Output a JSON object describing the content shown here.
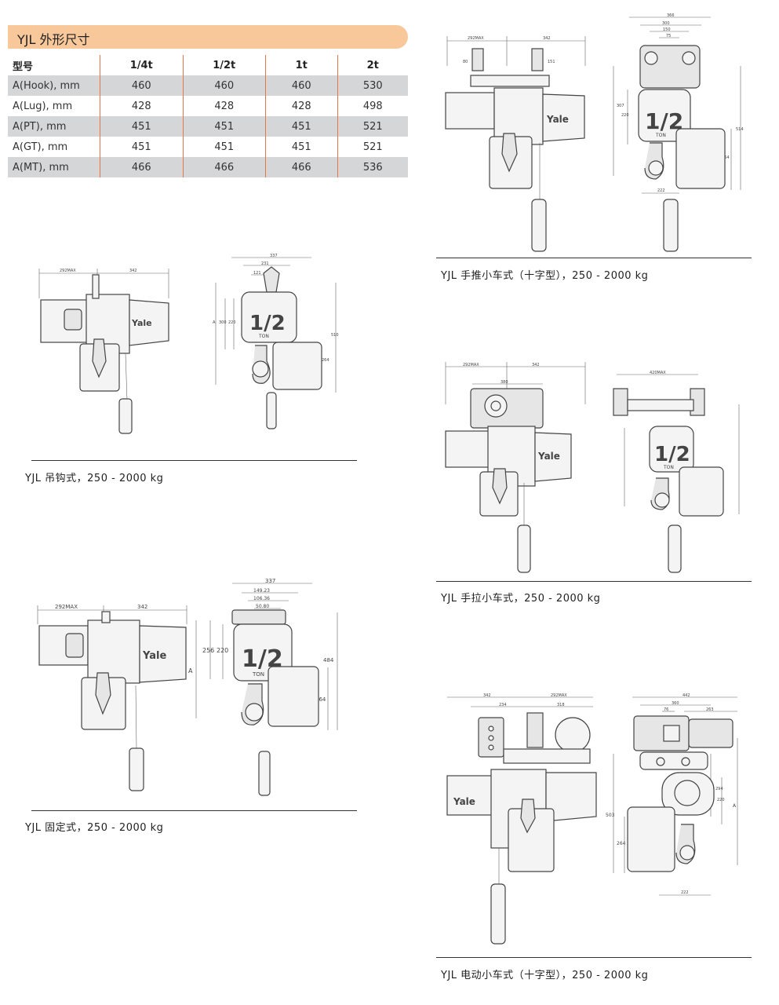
{
  "section_title": "YJL 外形尺寸",
  "table": {
    "headers": [
      "型号",
      "1/4t",
      "1/2t",
      "1t",
      "2t"
    ],
    "rows": [
      [
        "A(Hook), mm",
        "460",
        "460",
        "460",
        "530"
      ],
      [
        "A(Lug), mm",
        "428",
        "428",
        "428",
        "498"
      ],
      [
        "A(PT), mm",
        "451",
        "451",
        "451",
        "521"
      ],
      [
        "A(GT), mm",
        "451",
        "451",
        "451",
        "521"
      ],
      [
        "A(MT), mm",
        "466",
        "466",
        "466",
        "536"
      ]
    ]
  },
  "captions": {
    "hook": "YJL 吊钩式，250 - 2000 kg",
    "fixed": "YJL 固定式，250 - 2000 kg",
    "push_trolley": "YJL 手推小车式（十字型），250 - 2000 kg",
    "geared_trolley": "YJL 手拉小车式，250 - 2000 kg",
    "motor_trolley": "YJL 电动小车式（十字型），250 - 2000 kg"
  },
  "drawing_labels": {
    "brand": "Yale",
    "capacity": "1/2",
    "unit": "TON",
    "a": "A",
    "hook": {
      "left": "292MAX",
      "right": "342",
      "top": "337",
      "d1": "231",
      "d2": "121",
      "h1": "300",
      "h2": "220",
      "total": "510",
      "lower": "264"
    },
    "fixed": {
      "left": "292MAX",
      "right": "342",
      "top": "337",
      "d1": "149.23",
      "d2": "106.36",
      "d3": "50.80",
      "h1": "256",
      "h2": "220",
      "total": "484",
      "lower": "264"
    },
    "push": {
      "left": "292MAX",
      "right": "342",
      "top": "366",
      "d1": "300",
      "d2": "150",
      "d3": "75",
      "s1": "80",
      "s2": "151",
      "h1": "307",
      "h2": "220",
      "total": "514",
      "lower": "264",
      "base": "222"
    },
    "geared": {
      "left": "292MAX",
      "right": "342",
      "d1": "380",
      "top": "420MAX"
    },
    "motor": {
      "left": "342",
      "right": "292MAX",
      "d1": "234",
      "d2": "318",
      "top": "442",
      "d3": "360",
      "d4": "76",
      "d5": "263",
      "h1": "294",
      "h2": "220",
      "total": "503",
      "lower": "264",
      "base": "222"
    }
  }
}
